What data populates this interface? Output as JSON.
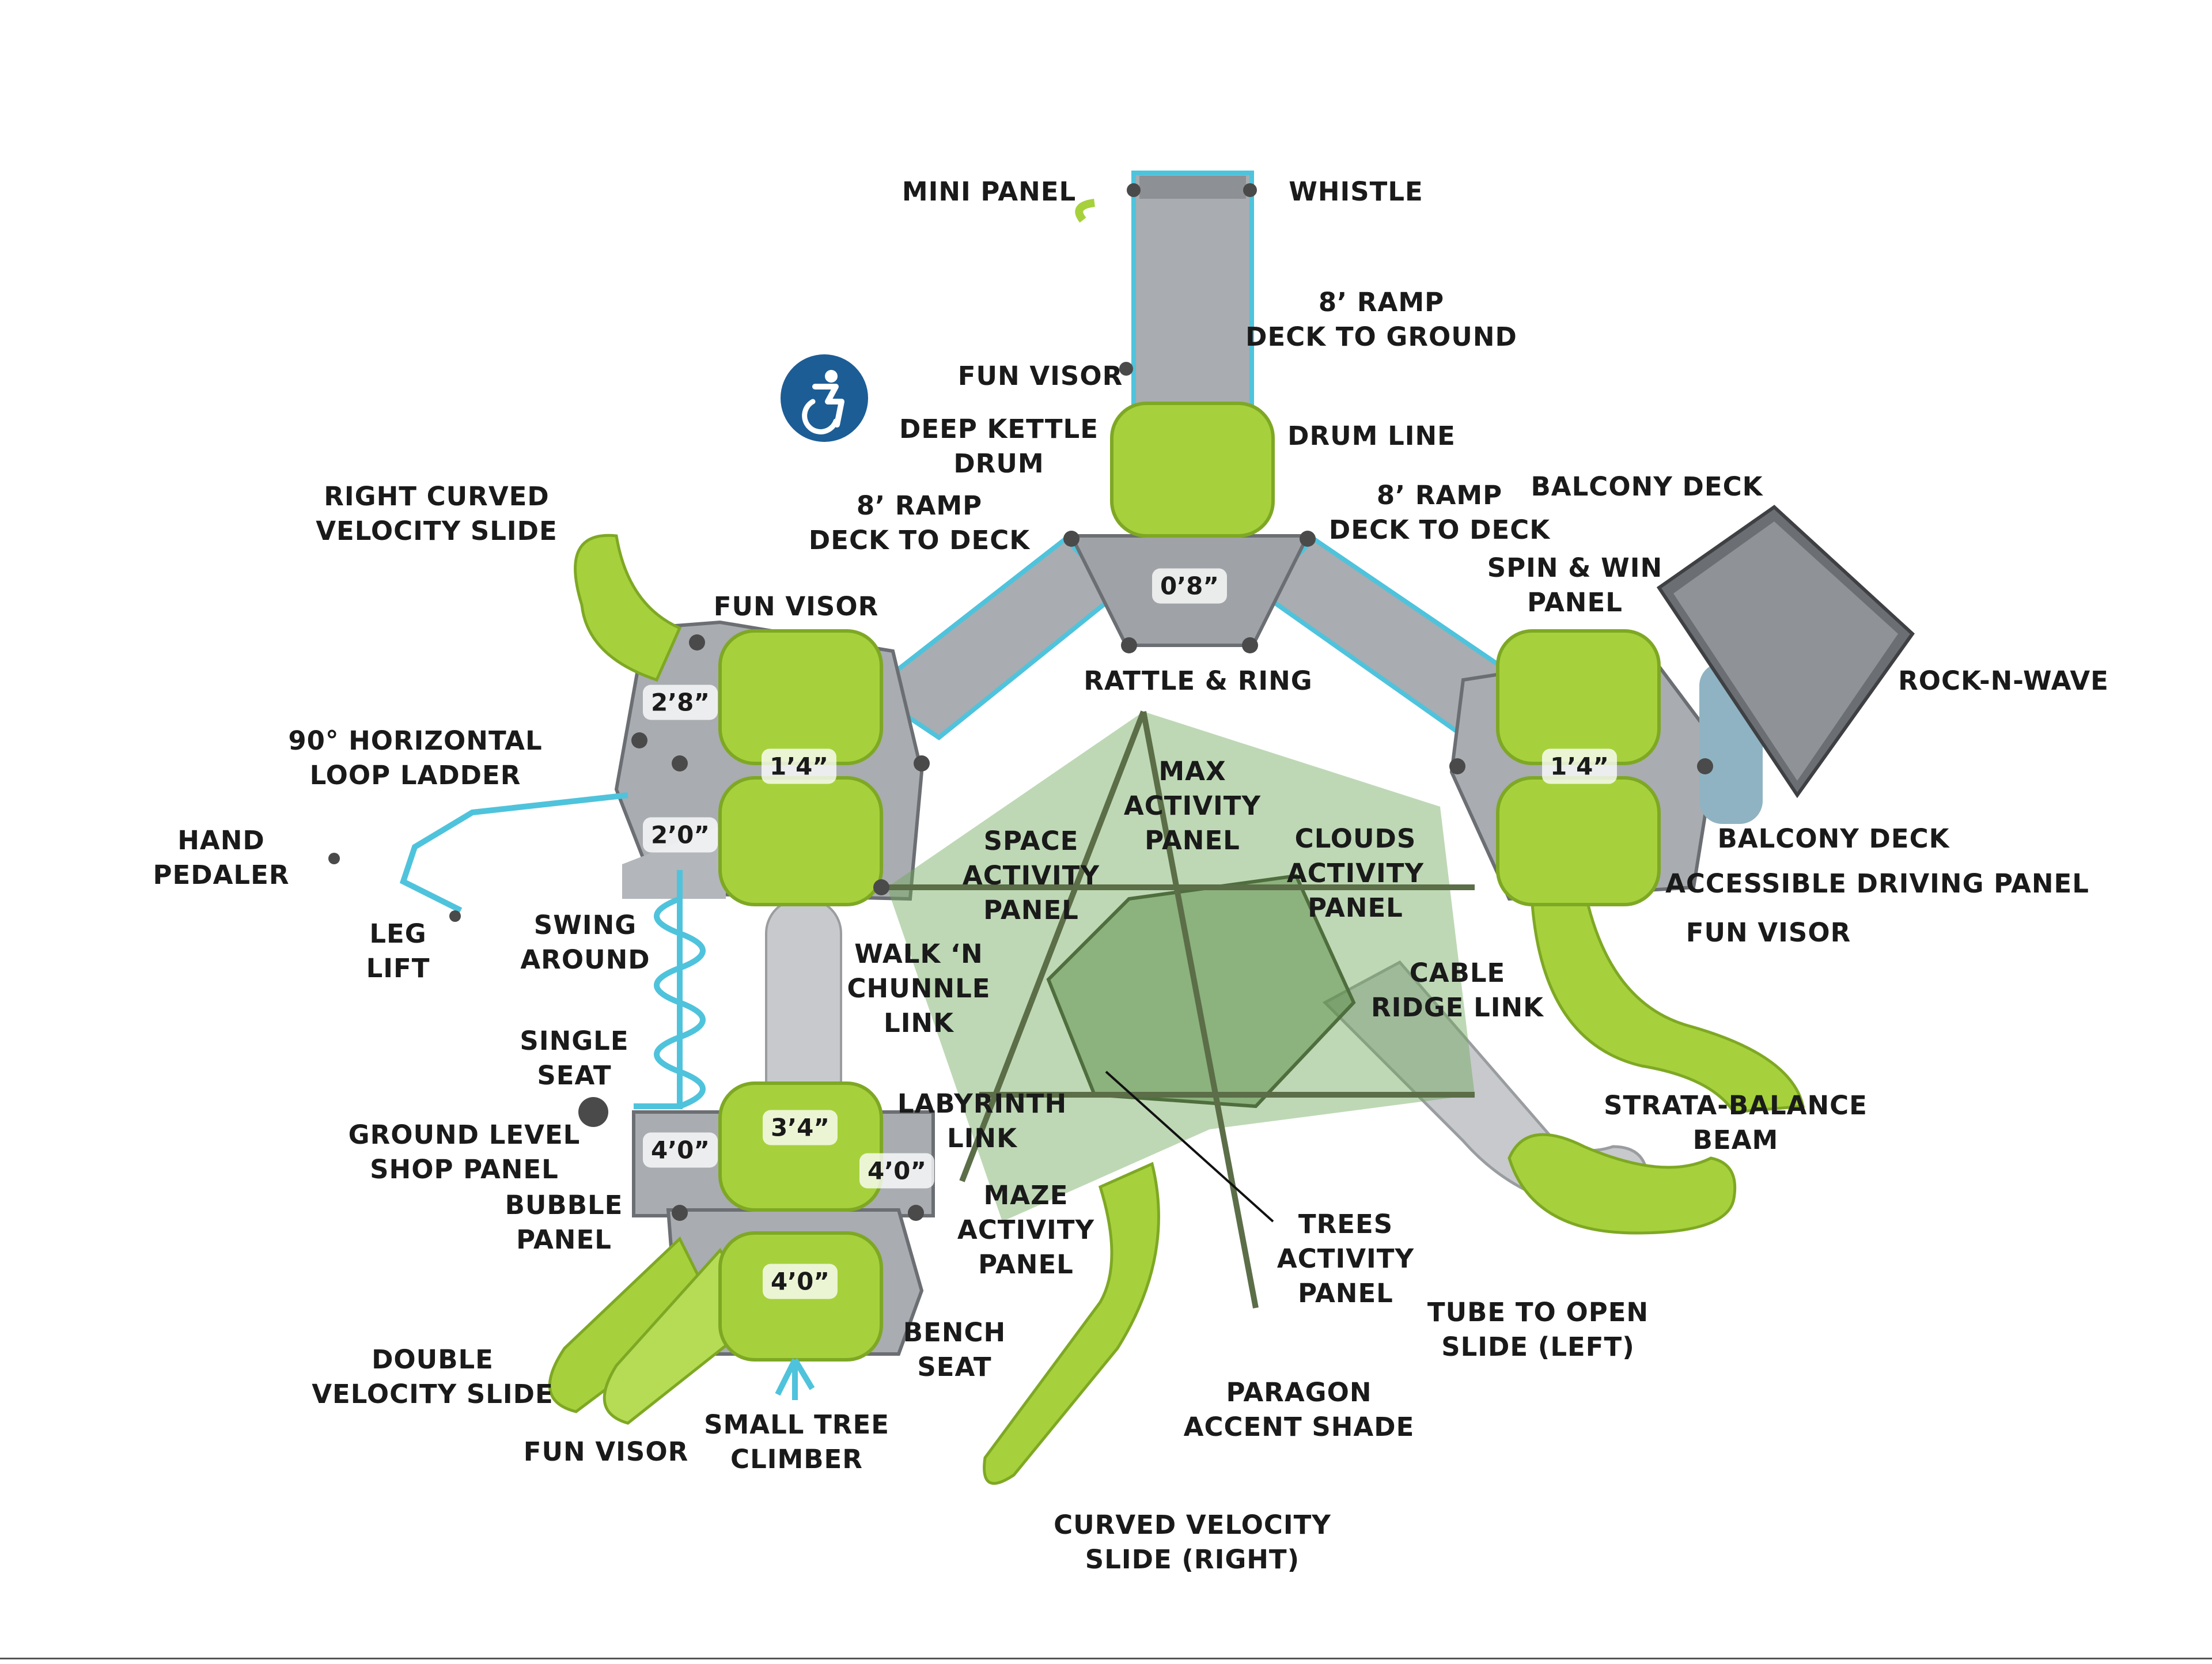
{
  "labels": [
    {
      "id": "mini-panel",
      "text": "MINI PANEL"
    },
    {
      "id": "whistle",
      "text": "WHISTLE"
    },
    {
      "id": "ramp-ground",
      "text": "8’ RAMP\nDECK TO GROUND"
    },
    {
      "id": "fun-visor-top",
      "text": "FUN VISOR"
    },
    {
      "id": "deep-kettle-drum",
      "text": "DEEP KETTLE\nDRUM"
    },
    {
      "id": "drum-line",
      "text": "DRUM LINE"
    },
    {
      "id": "ramp-deck-left",
      "text": "8’ RAMP\nDECK TO DECK"
    },
    {
      "id": "ramp-deck-right",
      "text": "8’ RAMP\nDECK TO DECK"
    },
    {
      "id": "balcony-deck-top",
      "text": "BALCONY DECK"
    },
    {
      "id": "spin-win",
      "text": "SPIN & WIN\nPANEL"
    },
    {
      "id": "rock-n-wave",
      "text": "ROCK-N-WAVE"
    },
    {
      "id": "right-curved-slide",
      "text": "RIGHT CURVED\nVELOCITY SLIDE"
    },
    {
      "id": "fun-visor-left",
      "text": "FUN VISOR"
    },
    {
      "id": "rattle-ring",
      "text": "RATTLE & RING"
    },
    {
      "id": "loop-ladder",
      "text": "90° HORIZONTAL\nLOOP LADDER"
    },
    {
      "id": "max-activity",
      "text": "MAX\nACTIVITY\nPANEL"
    },
    {
      "id": "space-activity",
      "text": "SPACE\nACTIVITY\nPANEL"
    },
    {
      "id": "clouds-activity",
      "text": "CLOUDS\nACTIVITY\nPANEL"
    },
    {
      "id": "hand-pedaler",
      "text": "HAND\nPEDALER"
    },
    {
      "id": "balcony-deck-right",
      "text": "BALCONY DECK"
    },
    {
      "id": "accessible-driving",
      "text": "ACCESSIBLE DRIVING PANEL"
    },
    {
      "id": "leg-lift",
      "text": "LEG\nLIFT"
    },
    {
      "id": "swing-around",
      "text": "SWING\nAROUND"
    },
    {
      "id": "walk-chunnle",
      "text": "WALK ‘N\nCHUNNLE\nLINK"
    },
    {
      "id": "cable-ridge",
      "text": "CABLE\nRIDGE LINK"
    },
    {
      "id": "fun-visor-right",
      "text": "FUN VISOR"
    },
    {
      "id": "single-seat",
      "text": "SINGLE\nSEAT"
    },
    {
      "id": "labyrinth",
      "text": "LABYRINTH\nLINK"
    },
    {
      "id": "strata-balance",
      "text": "STRATA-BALANCE\nBEAM"
    },
    {
      "id": "ground-shop",
      "text": "GROUND LEVEL\nSHOP PANEL"
    },
    {
      "id": "bubble-panel",
      "text": "BUBBLE\nPANEL"
    },
    {
      "id": "maze-activity",
      "text": "MAZE\nACTIVITY\nPANEL"
    },
    {
      "id": "trees-activity",
      "text": "TREES\nACTIVITY\nPANEL"
    },
    {
      "id": "tube-open-slide",
      "text": "TUBE TO OPEN\nSLIDE (LEFT)"
    },
    {
      "id": "bench-seat",
      "text": "BENCH\nSEAT"
    },
    {
      "id": "double-slide",
      "text": "DOUBLE\nVELOCITY SLIDE"
    },
    {
      "id": "paragon-shade",
      "text": "PARAGON\nACCENT SHADE"
    },
    {
      "id": "fun-visor-bottom",
      "text": "FUN VISOR"
    },
    {
      "id": "small-tree",
      "text": "SMALL TREE\nCLIMBER"
    },
    {
      "id": "curved-slide-right",
      "text": "CURVED VELOCITY\nSLIDE (RIGHT)"
    }
  ],
  "deck_heights": [
    {
      "id": "h-center",
      "text": "0’8”"
    },
    {
      "id": "h-left-top",
      "text": "2’8”"
    },
    {
      "id": "h-left-mid",
      "text": "1’4”"
    },
    {
      "id": "h-right",
      "text": "1’4”"
    },
    {
      "id": "h-left-20",
      "text": "2’0”"
    },
    {
      "id": "h-34",
      "text": "3’4”"
    },
    {
      "id": "h-40-left",
      "text": "4’0”"
    },
    {
      "id": "h-40-right",
      "text": "4’0”"
    },
    {
      "id": "h-40-bottom",
      "text": "4’0”"
    }
  ],
  "icon": {
    "name": "accessibility-icon",
    "color": "#1c5d96"
  },
  "colors": {
    "deck": "#a9acb0",
    "deck_dark": "#6b6e72",
    "ramp_rail": "#4fc3dc",
    "lime": "#a6d13c",
    "lime_dark": "#7ea824",
    "shade": "#6fa85a",
    "post": "#4a4a4a",
    "slide_gray": "#c7c9cc"
  }
}
